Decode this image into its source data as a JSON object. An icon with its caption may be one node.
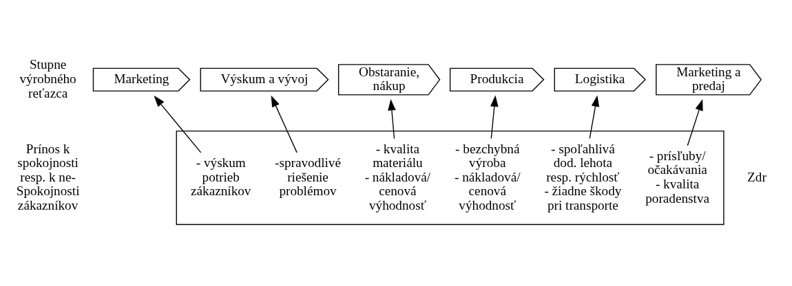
{
  "diagram": {
    "nodes": [
      {
        "text": [
          "Marketing"
        ]
      },
      {
        "text": [
          "Výskum a vývoj"
        ]
      },
      {
        "text": [
          "Obstaranie, nákup"
        ]
      },
      {
        "text": [
          "Produkcia"
        ]
      },
      {
        "text": [
          "Logistika"
        ]
      },
      {
        "text": [
          "Marketing a predaj"
        ]
      },
      {
        "text": [],
        "shape": "box"
      },
      {
        "text": [
          "- výskum potrieb zákazníkov"
        ],
        "in": 6
      },
      {
        "text": [
          "-spravodlivé riešenie problémov"
        ],
        "in": 6
      },
      {
        "text": [
          "- kvalita materiálu",
          "- nákladová/ cenová výhodnosť"
        ],
        "in": 6
      },
      {
        "text": [
          "- bezchybná výroba",
          "- nákladová/ cenová výhodnosť"
        ],
        "in": 6
      },
      {
        "text": [
          "- spoľahlivá dod. lehota resp. rýchlosť",
          "- žiadne škody pri transporte"
        ],
        "in": 6
      },
      {
        "text": [
          "- prísľuby/ očakávania",
          "- kvalita poradenstva"
        ],
        "in": 6
      }
    ],
    "edges": [
      {
        "from": 7,
        "to": 0,
        "arrow": "to"
      },
      {
        "from": 8,
        "to": 1,
        "arrow": "to"
      },
      {
        "from": 9,
        "to": 2,
        "arrow": "to"
      },
      {
        "from": 10,
        "to": 3,
        "arrow": "to"
      },
      {
        "from": 11,
        "to": 4,
        "arrow": "to"
      },
      {
        "from": 12,
        "to": 5,
        "arrow": "to"
      }
    ],
    "labels": [
      "Stupne výrobného reťazca",
      "Prínos k spokojnosti resp. k ne-Spokojnosti zákazníkov",
      "Zdr"
    ]
  }
}
